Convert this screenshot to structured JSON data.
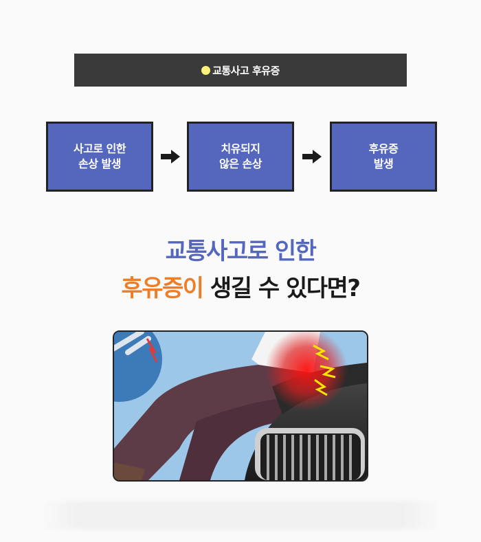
{
  "header": {
    "title": "교통사고 후유증",
    "dot_color": "#fff27a"
  },
  "flow": {
    "steps": [
      {
        "line1": "사고로 인한",
        "line2": "손상 발생"
      },
      {
        "line1": "치유되지",
        "line2": "않은 손상"
      },
      {
        "line1": "후유증",
        "line2": "발생"
      }
    ],
    "arrow_icon": "right-arrow-icon",
    "box_color": "#5567bd"
  },
  "headline": {
    "line1": "교통사고로 인한",
    "line2_highlight": "후유증이",
    "line2_rest": " 생길 수 있다면?",
    "highlight_color": "#ee7d27",
    "primary_color": "#5567bd"
  },
  "illustration": {
    "subject": "person-hit-by-car-knee-pain-illustration"
  }
}
